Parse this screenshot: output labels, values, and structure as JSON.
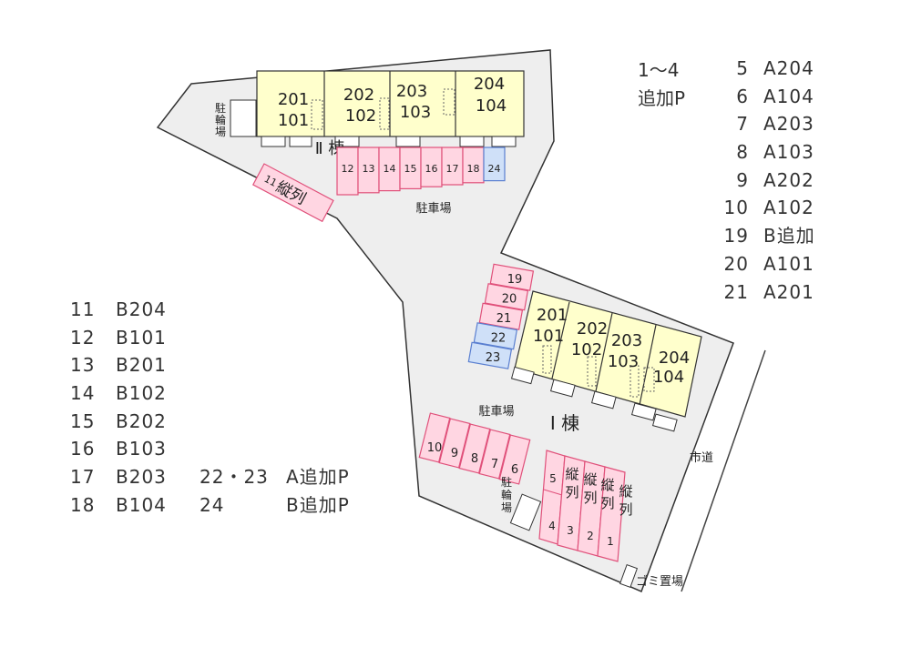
{
  "map": {
    "building_2_label": "Ⅱ 棟",
    "building_1_label": "Ⅰ 棟",
    "parking_label": "駐車場",
    "bicycle_parking_label": "駐輪場",
    "city_road_label": "市道",
    "garbage_label": "ゴミ置場",
    "tandem_label": "縦列",
    "building_2_units_upper": [
      "201",
      "202",
      "203",
      "204"
    ],
    "building_2_units_lower": [
      "101",
      "102",
      "103",
      "104"
    ],
    "building_1_units_upper": [
      "201",
      "202",
      "203",
      "204"
    ],
    "building_1_units_lower": [
      "101",
      "102",
      "103",
      "104"
    ],
    "north_spaces": [
      "12",
      "13",
      "14",
      "15",
      "16",
      "17",
      "18",
      "24"
    ],
    "north_tandem_number": "11",
    "east_spaces": [
      "19",
      "20",
      "21",
      "22",
      "23"
    ],
    "south_spaces": [
      "10",
      "9",
      "8",
      "7",
      "6"
    ],
    "tandem_top": "5",
    "tandem_bottom": [
      "4",
      "3",
      "2",
      "1"
    ],
    "colors": {
      "lot": "#eeeeee",
      "building": "#ffffcc",
      "parking_pink": "#ffd6e2",
      "parking_pink_border": "#e0507a",
      "parking_blue": "#cfe0f8",
      "parking_blue_border": "#5a7fd0"
    }
  },
  "legend_top": {
    "line1": "1〜4",
    "line2": "追加P"
  },
  "legend_right": [
    {
      "num": "5",
      "code": "A204"
    },
    {
      "num": "6",
      "code": "A104"
    },
    {
      "num": "7",
      "code": "A203"
    },
    {
      "num": "8",
      "code": "A103"
    },
    {
      "num": "9",
      "code": "A202"
    },
    {
      "num": "10",
      "code": "A102"
    },
    {
      "num": "19",
      "code": "B追加"
    },
    {
      "num": "20",
      "code": "A101"
    },
    {
      "num": "21",
      "code": "A201"
    }
  ],
  "legend_left": [
    {
      "num": "11",
      "code": "B204"
    },
    {
      "num": "12",
      "code": "B101"
    },
    {
      "num": "13",
      "code": "B201"
    },
    {
      "num": "14",
      "code": "B102"
    },
    {
      "num": "15",
      "code": "B202"
    },
    {
      "num": "16",
      "code": "B103"
    },
    {
      "num": "17",
      "code": "B203",
      "extra_num": "22・23",
      "extra_text": "A追加P"
    },
    {
      "num": "18",
      "code": "B104",
      "extra_num": "24",
      "extra_text": "B追加P"
    }
  ]
}
